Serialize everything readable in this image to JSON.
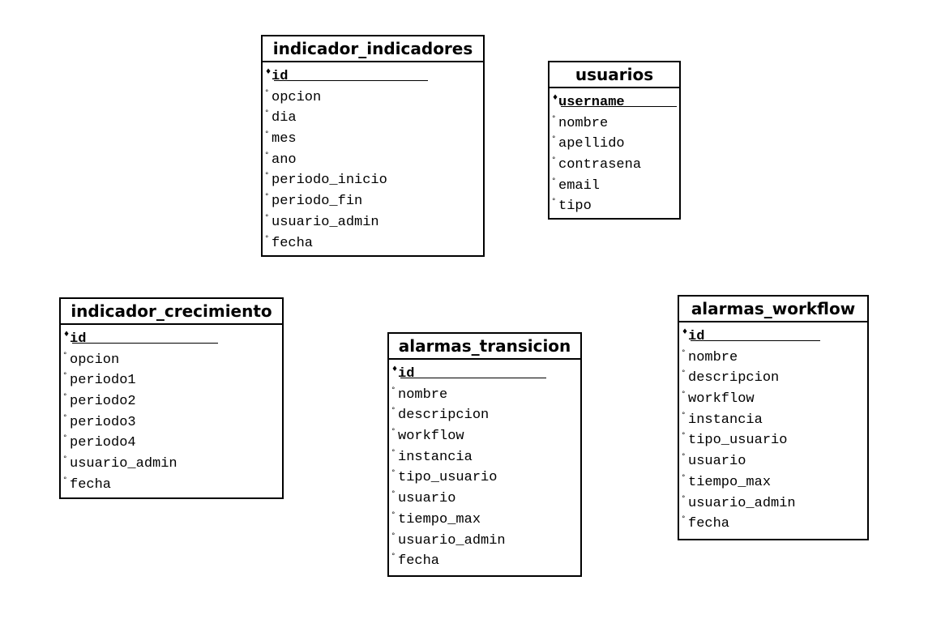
{
  "diagram": {
    "entities": [
      {
        "id": "e-ind-ind",
        "title": "indicador_indicadores",
        "attributes": [
          {
            "name": "id",
            "key": true
          },
          {
            "name": "opcion",
            "key": false
          },
          {
            "name": "dia",
            "key": false
          },
          {
            "name": "mes",
            "key": false
          },
          {
            "name": "ano",
            "key": false
          },
          {
            "name": "periodo_inicio",
            "key": false
          },
          {
            "name": "periodo_fin",
            "key": false
          },
          {
            "name": "usuario_admin",
            "key": false
          },
          {
            "name": "fecha",
            "key": false
          }
        ]
      },
      {
        "id": "e-usuarios",
        "title": "usuarios",
        "attributes": [
          {
            "name": "username",
            "key": true
          },
          {
            "name": "nombre",
            "key": false
          },
          {
            "name": "apellido",
            "key": false
          },
          {
            "name": "contrasena",
            "key": false
          },
          {
            "name": "email",
            "key": false
          },
          {
            "name": "tipo",
            "key": false
          }
        ]
      },
      {
        "id": "e-ind-crec",
        "title": "indicador_crecimiento",
        "attributes": [
          {
            "name": "id",
            "key": true
          },
          {
            "name": "opcion",
            "key": false
          },
          {
            "name": "periodo1",
            "key": false
          },
          {
            "name": "periodo2",
            "key": false
          },
          {
            "name": "periodo3",
            "key": false
          },
          {
            "name": "periodo4",
            "key": false
          },
          {
            "name": "usuario_admin",
            "key": false
          },
          {
            "name": "fecha",
            "key": false
          }
        ]
      },
      {
        "id": "e-al-tran",
        "title": "alarmas_transicion",
        "attributes": [
          {
            "name": "id",
            "key": true
          },
          {
            "name": "nombre",
            "key": false
          },
          {
            "name": "descripcion",
            "key": false
          },
          {
            "name": "workflow",
            "key": false
          },
          {
            "name": "instancia",
            "key": false
          },
          {
            "name": "tipo_usuario",
            "key": false
          },
          {
            "name": "usuario",
            "key": false
          },
          {
            "name": "tiempo_max",
            "key": false
          },
          {
            "name": "usuario_admin",
            "key": false
          },
          {
            "name": "fecha",
            "key": false
          }
        ]
      },
      {
        "id": "e-al-work",
        "title": "alarmas_workflow",
        "attributes": [
          {
            "name": "id",
            "key": true
          },
          {
            "name": "nombre",
            "key": false
          },
          {
            "name": "descripcion",
            "key": false
          },
          {
            "name": "workflow",
            "key": false
          },
          {
            "name": "instancia",
            "key": false
          },
          {
            "name": "tipo_usuario",
            "key": false
          },
          {
            "name": "usuario",
            "key": false
          },
          {
            "name": "tiempo_max",
            "key": false
          },
          {
            "name": "usuario_admin",
            "key": false
          },
          {
            "name": "fecha",
            "key": false
          }
        ]
      }
    ]
  }
}
